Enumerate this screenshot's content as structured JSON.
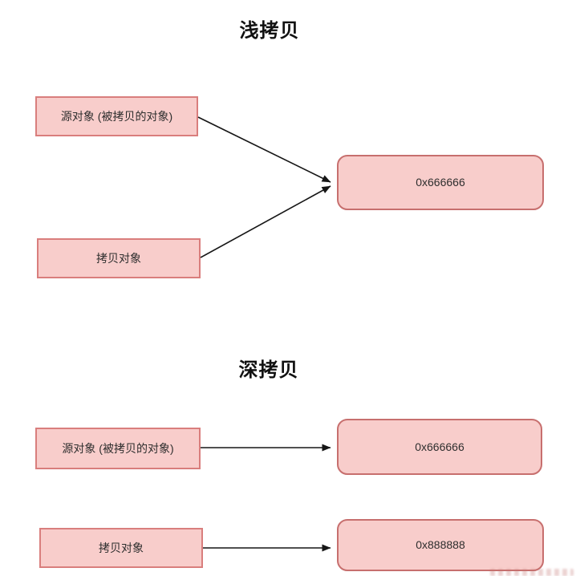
{
  "diagram": {
    "shallow": {
      "title": "浅拷贝",
      "source_label": "源对象 (被拷贝的对象)",
      "copy_label": "拷贝对象",
      "shared_address": "0x666666"
    },
    "deep": {
      "title": "深拷贝",
      "source_label": "源对象 (被拷贝的对象)",
      "copy_label": "拷贝对象",
      "source_address": "0x666666",
      "copy_address": "0x888888"
    },
    "colors": {
      "box_fill": "#f8cdcb",
      "box_border_rect": "#d97e7d",
      "box_border_rounded": "#c76f6e",
      "arrow_color": "#161616",
      "label_color": "#2e2e2e",
      "title_color": "#111111"
    }
  }
}
